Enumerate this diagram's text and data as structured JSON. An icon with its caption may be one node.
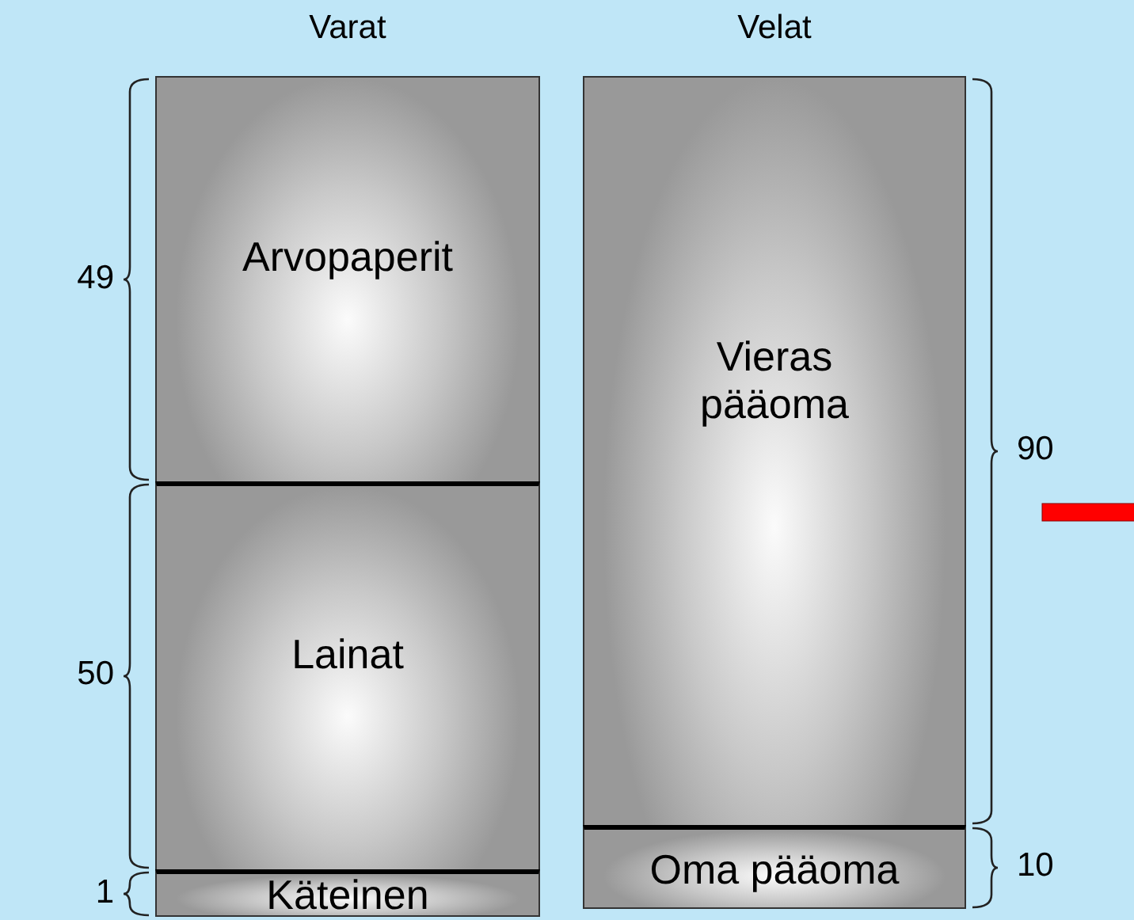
{
  "diagram": {
    "nodes": [
      {
        "text": [
          "Varat"
        ]
      },
      {
        "text": [
          "Arvopaperit"
        ],
        "in": 0,
        "beside": [
          "49"
        ]
      },
      {
        "text": [
          "Lainat"
        ],
        "in": 0,
        "beside": [
          "50"
        ]
      },
      {
        "text": [
          "Käteinen"
        ],
        "in": 0,
        "beside": [
          "1"
        ]
      },
      {
        "text": [
          "Velat"
        ]
      },
      {
        "text": [
          "Vieras pääoma"
        ],
        "in": 4,
        "beside": [
          "90"
        ]
      },
      {
        "text": [
          "Oma pääoma"
        ],
        "in": 4,
        "beside": [
          "10"
        ]
      }
    ],
    "edges": []
  }
}
